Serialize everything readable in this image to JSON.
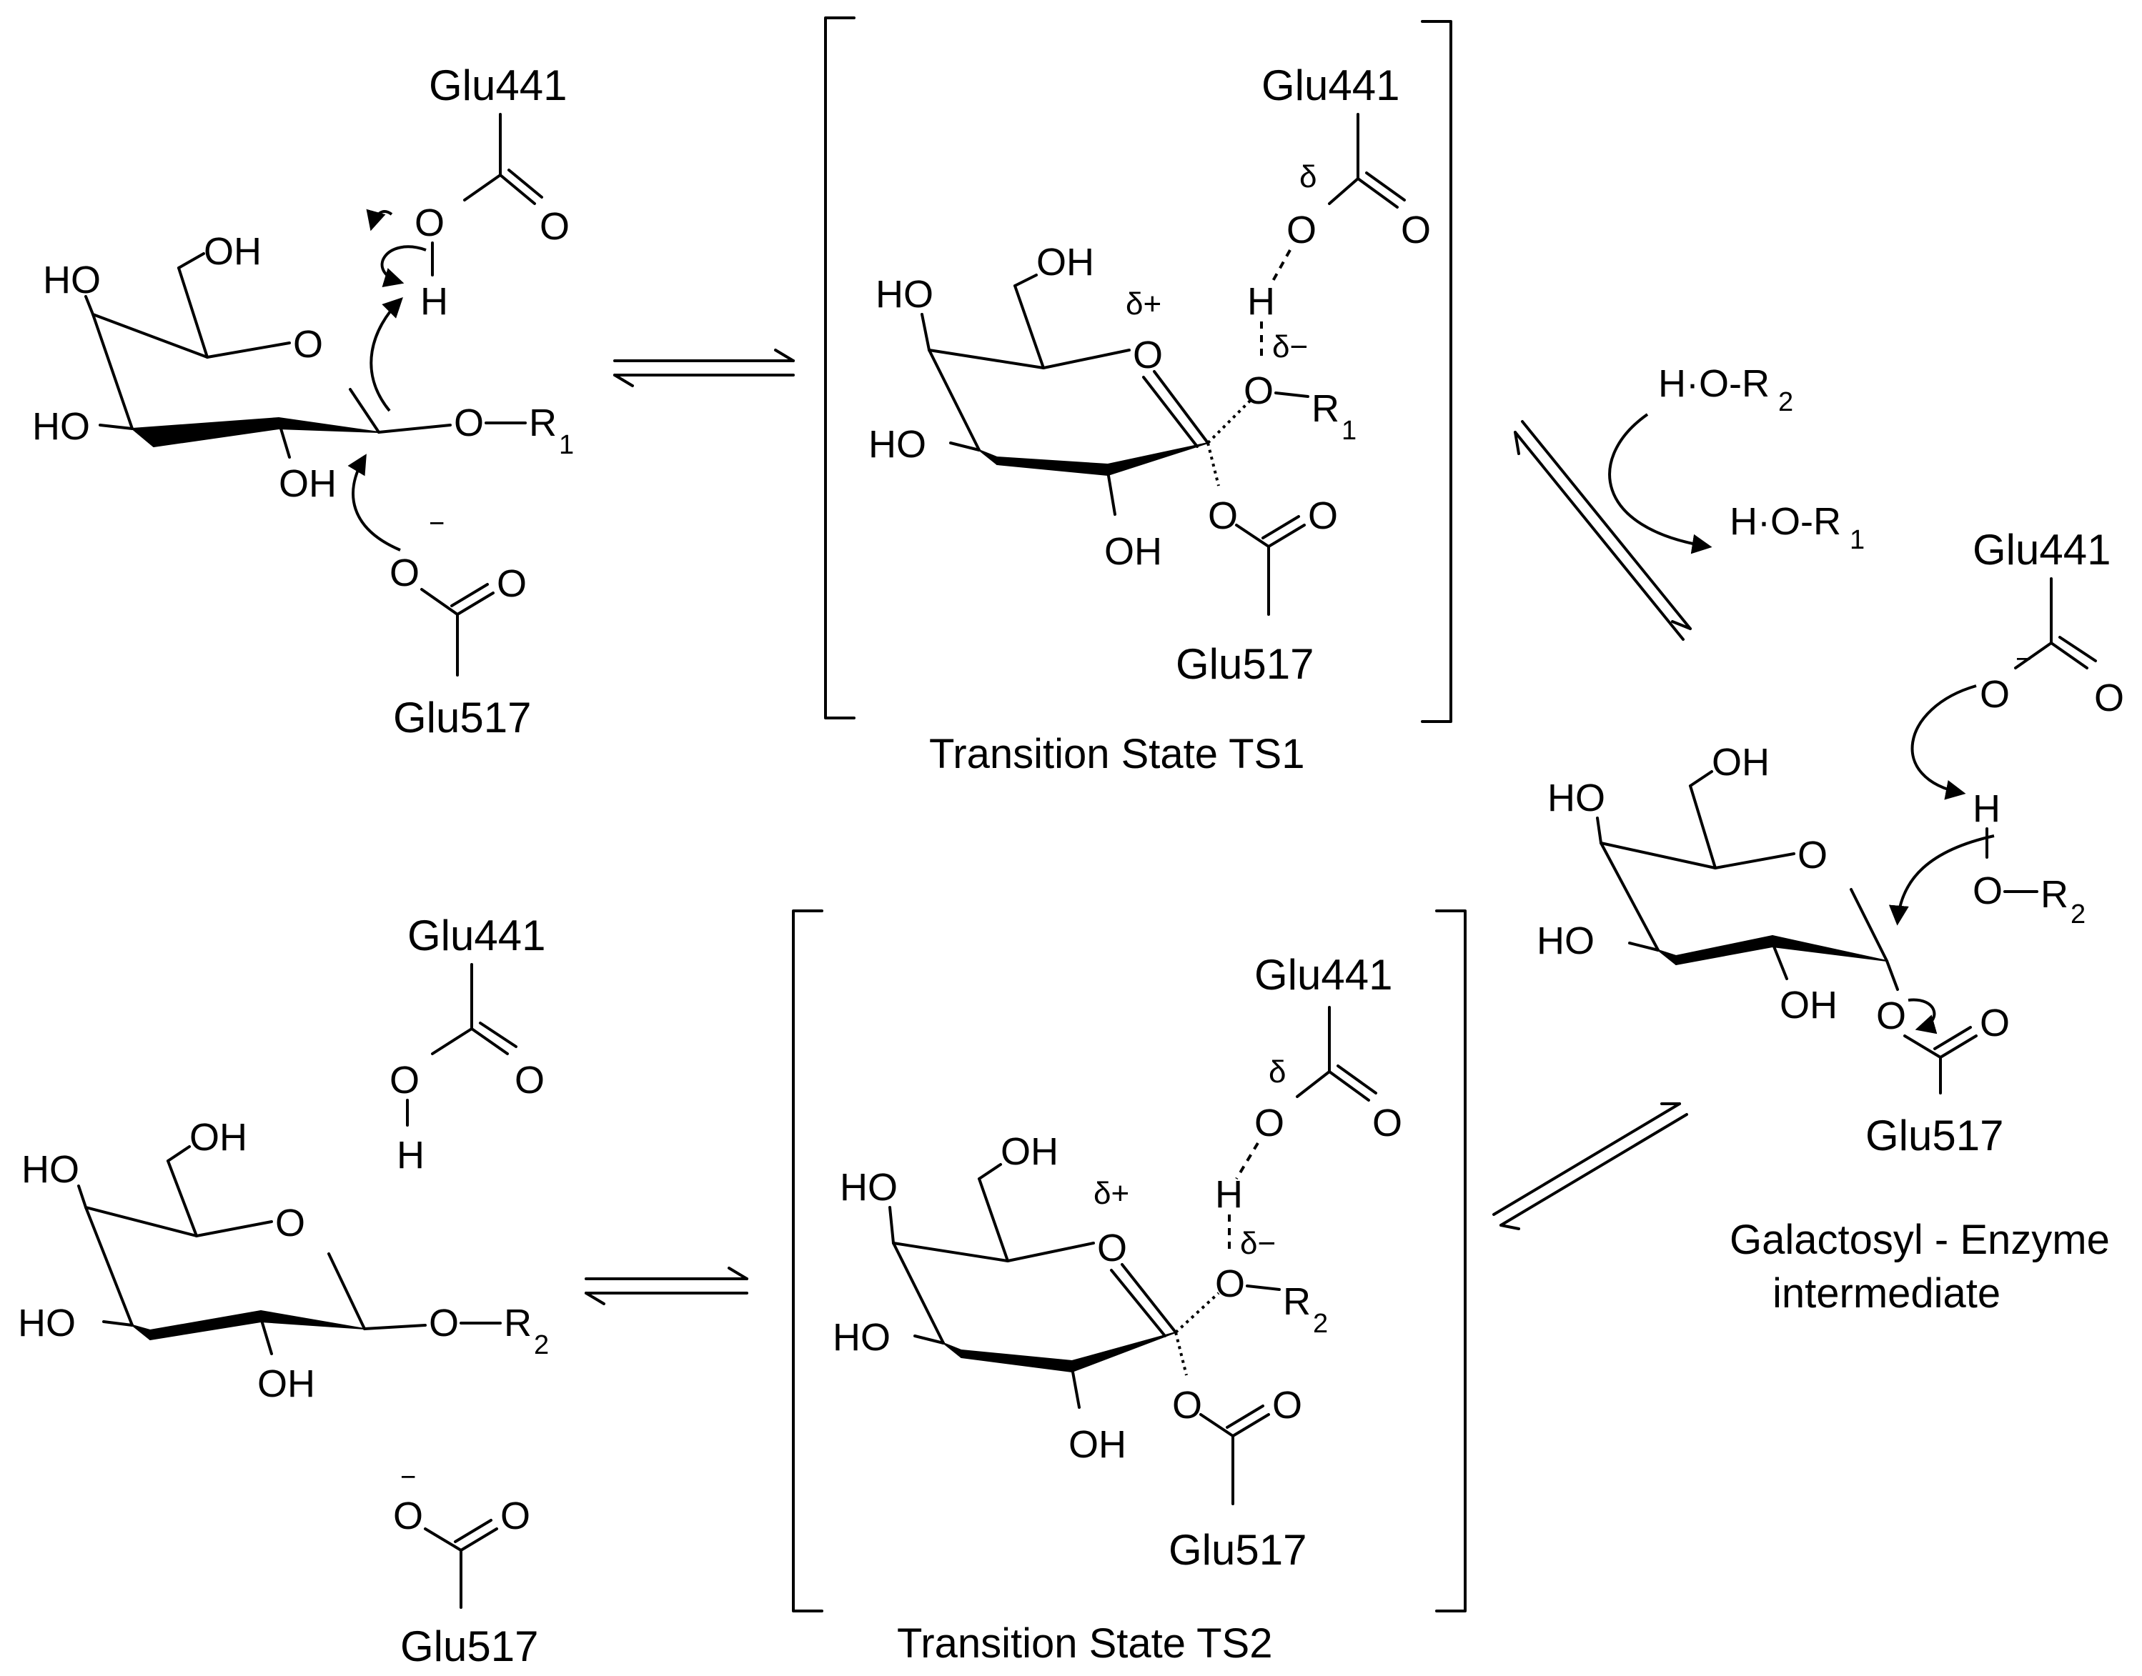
{
  "labels": {
    "glu441": "Glu441",
    "glu517": "Glu517",
    "oh": "OH",
    "ho": "HO",
    "o": "O",
    "h": "H",
    "minus": "−",
    "r": "R",
    "sub1": "1",
    "sub2": "2",
    "delta_plus": "δ+",
    "delta_minus": "δ−",
    "delta": "δ",
    "dash": "-",
    "hor2_prefix": "H·O-R",
    "hor1_prefix": "H·O-R",
    "o_dash_r": "O−R"
  },
  "captions": {
    "ts1": "Transition State TS1",
    "ts2": "Transition State TS2",
    "intermediate_line1": "Galactosyl - Enzyme",
    "intermediate_line2": "intermediate"
  }
}
